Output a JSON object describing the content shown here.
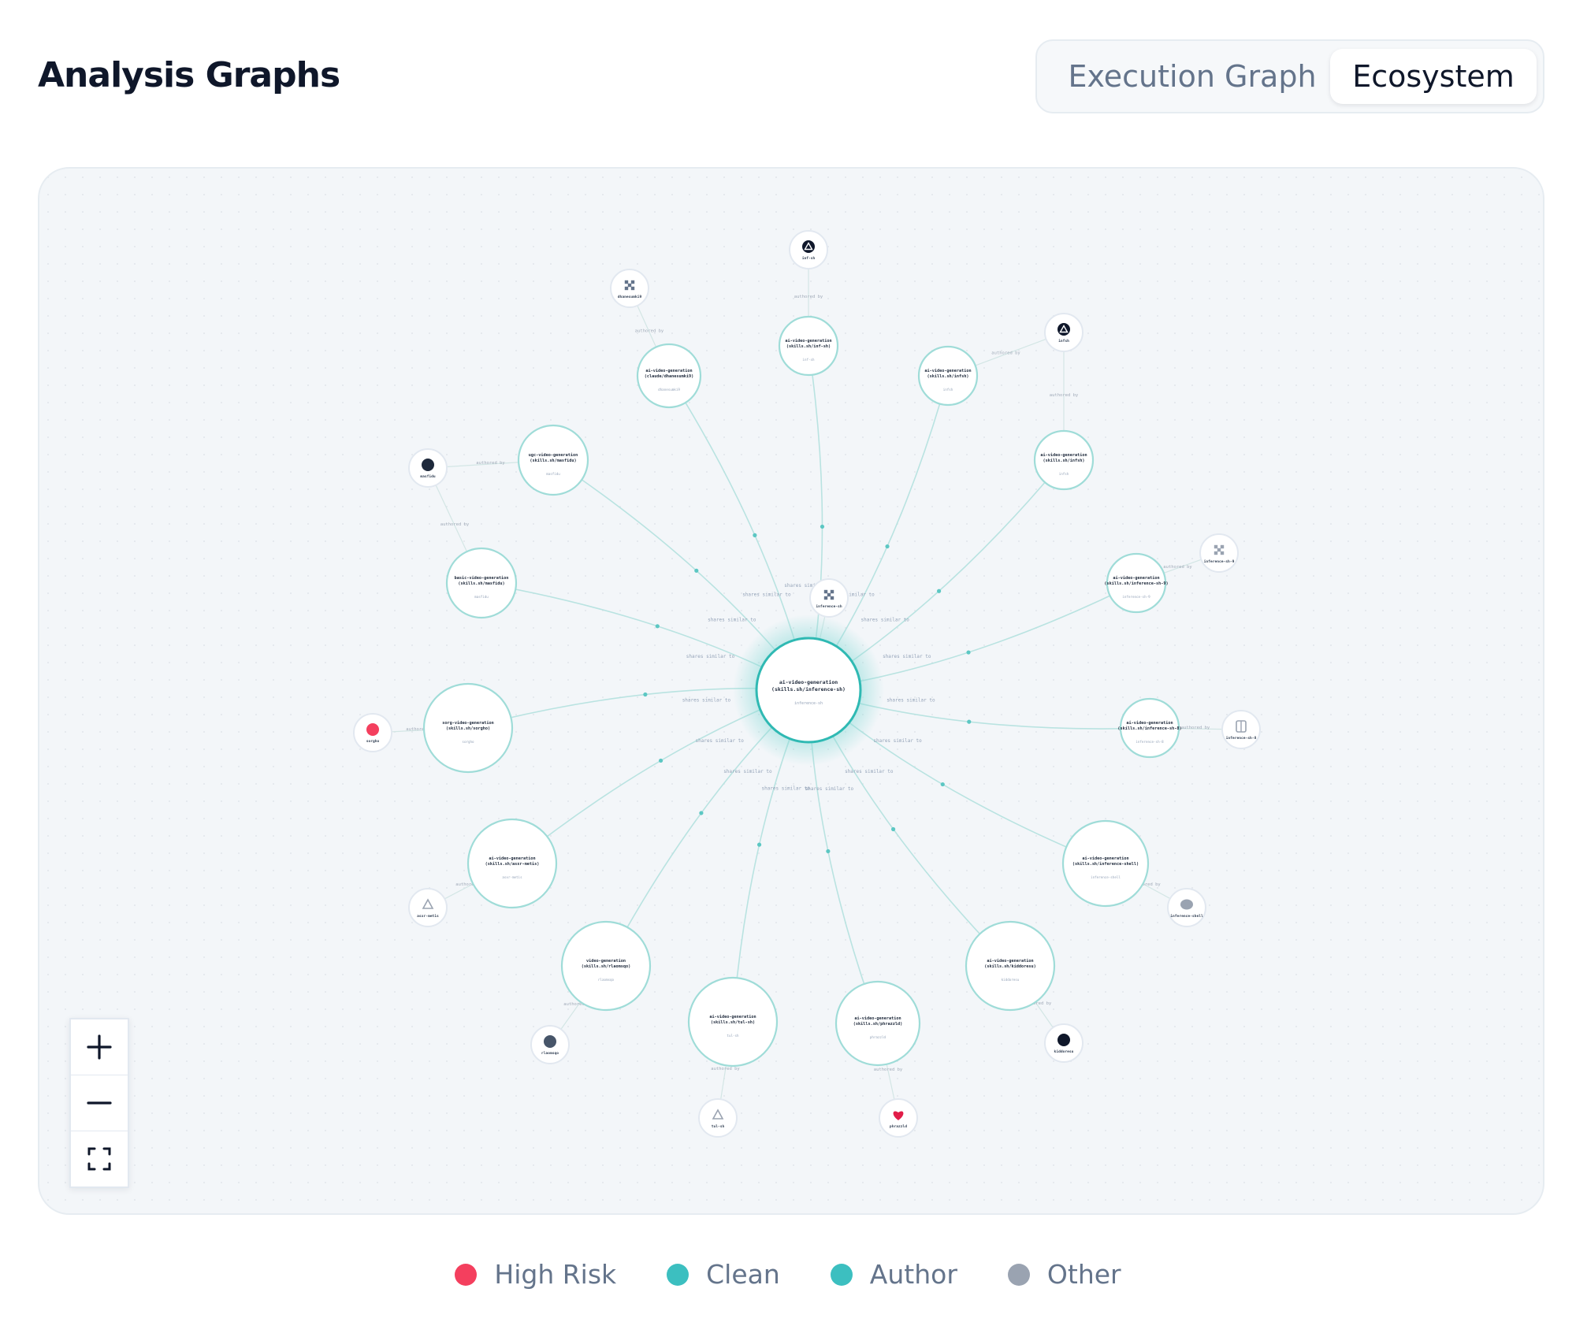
{
  "header": {
    "title": "Analysis Graphs"
  },
  "tabs": [
    {
      "label": "Execution Graph",
      "active": false
    },
    {
      "label": "Ecosystem",
      "active": true
    }
  ],
  "legend": [
    {
      "label": "High Risk",
      "color": "#f43f5e"
    },
    {
      "label": "Clean",
      "color": "#3cbfc0"
    },
    {
      "label": "Author",
      "color": "#3cbfc0"
    },
    {
      "label": "Other",
      "color": "#9aa3b1"
    }
  ],
  "zoom_controls": {
    "zoom_in": "plus-icon",
    "zoom_out": "minus-icon",
    "fit": "fit-view-icon"
  },
  "graph": {
    "center": {
      "name": "ai-video-generation (skills.sh/inference-sh)",
      "sub": "inference-sh"
    },
    "skills": [
      {
        "id": "s1",
        "name": "ai-video-generation (skills.sh/inf-sh)",
        "sub": "inf-sh",
        "author": "inf-sh",
        "author_icon": "triangle",
        "author_color": "#0f172a"
      },
      {
        "id": "s2",
        "name": "ai-video-generation (skills.sh/infsh)",
        "sub": "infsh",
        "author": "infsh",
        "author_icon": "triangle",
        "author_color": "#0f172a"
      },
      {
        "id": "s3",
        "name": "ai-video-generation (skills.sh/infsh)",
        "sub": "infsh",
        "author": "infsh",
        "author_icon": "triangle",
        "author_color": "#0f172a"
      },
      {
        "id": "s4",
        "name": "ai-video-generation (skills.sh/inference-sh-9)",
        "sub": "inference-sh-9",
        "author": "inference-sh-9",
        "author_icon": "grid",
        "author_color": "#9aa3b1"
      },
      {
        "id": "s5",
        "name": "ai-video-generation (skills.sh/inference-sh-8)",
        "sub": "inference-sh-8",
        "author": "inference-sh-8",
        "author_icon": "box",
        "author_color": "#9aa3b1"
      },
      {
        "id": "s6",
        "name": "ai-video-generation (skills.sh/inference-shell)",
        "sub": "inference-shell",
        "author": "inference-shell",
        "author_icon": "blob",
        "author_color": "#9aa3b1"
      },
      {
        "id": "s7",
        "name": "ai-video-generation (skills.sh/kiddoresu)",
        "sub": "kiddoresu",
        "author": "kiddoresu",
        "author_icon": "circle",
        "author_color": "#0f172a"
      },
      {
        "id": "s8",
        "name": "ai-video-generation (skills.sh/phrazzld)",
        "sub": "phrazzld",
        "author": "phrazzld",
        "author_icon": "heart",
        "author_color": "#e11d48"
      },
      {
        "id": "s9",
        "name": "ai-video-generation (skills.sh/tul-sh)",
        "sub": "tul-sh",
        "author": "tul-sh",
        "author_icon": "tri-outline",
        "author_color": "#9aa3b1"
      },
      {
        "id": "s10",
        "name": "video-generation (skills.sh/rlaomsqo)",
        "sub": "rlaomsqo",
        "author": "rlaomsqo",
        "author_icon": "circle",
        "author_color": "#475569"
      },
      {
        "id": "s11",
        "name": "ai-video-generation (skills.sh/asxr-metis)",
        "sub": "asxr-metis",
        "author": "asxr-metis",
        "author_icon": "tri-outline",
        "author_color": "#9aa3b1"
      },
      {
        "id": "s12",
        "name": "sorg-video-generation (skills.sh/sorgho)",
        "sub": "sorgho",
        "author": "sorgho",
        "author_icon": "circle",
        "author_color": "#f43f5e"
      },
      {
        "id": "s13",
        "name": "basic-video-generation (skills.sh/masfidu)",
        "sub": "masfidu",
        "author": "masfidu",
        "author_icon": "circle",
        "author_color": "#1e293b"
      },
      {
        "id": "s14",
        "name": "ugc-video-generation (skills.sh/masfidu)",
        "sub": "masfidu",
        "author": "masfidu",
        "author_icon": "circle",
        "author_color": "#1e293b"
      },
      {
        "id": "s15",
        "name": "ai-video-generation (claude/dhanesumki9)",
        "sub": "dhanesumki9",
        "author": "dhanesumki9",
        "author_icon": "grid",
        "author_color": "#64748b"
      }
    ],
    "extra_nodes": [
      {
        "name": "inference-sh",
        "icon": "grid",
        "color": "#64748b",
        "edge": "authored by"
      }
    ],
    "edge_labels": {
      "center_edge": "shares similar to",
      "author_edge": "authored by"
    }
  }
}
